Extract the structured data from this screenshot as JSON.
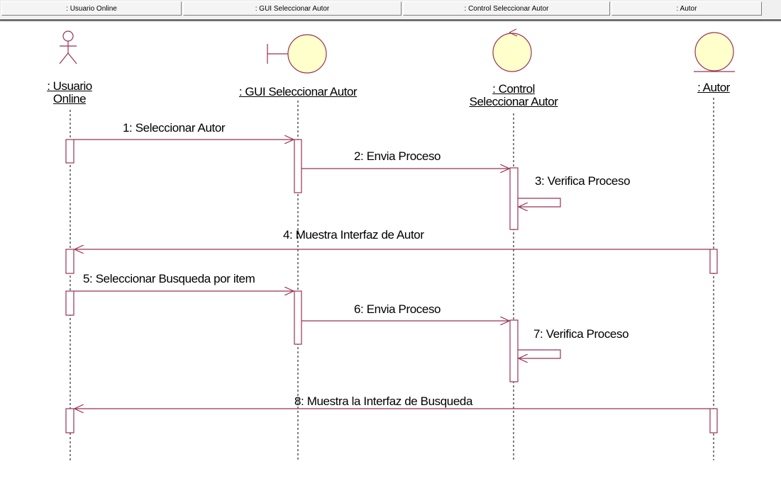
{
  "header": {
    "columns": [
      ": Usuario Online",
      ": GUI Seleccionar Autor",
      ": Control Seleccionar Autor",
      ": Autor"
    ]
  },
  "objects": {
    "usuario": {
      "line1": ": Usuario",
      "line2": "Online",
      "icon": "actor-icon"
    },
    "gui": {
      "label": ": GUI Seleccionar Autor",
      "icon": "boundary-icon"
    },
    "control": {
      "line1": ": Control",
      "line2": "Seleccionar Autor",
      "icon": "control-icon"
    },
    "autor": {
      "label": ": Autor",
      "icon": "entity-icon"
    }
  },
  "messages": {
    "m1": "1: Seleccionar Autor",
    "m2": "2: Envia Proceso",
    "m3": "3: Verifica Proceso",
    "m4": "4: Muestra Interfaz de Autor",
    "m5": "5: Seleccionar Busqueda por item",
    "m6": "6: Envia Proceso",
    "m7": "7: Verifica Proceso",
    "m8": "8: Muestra la Interfaz de Busqueda"
  },
  "colors": {
    "object_fill": "#ffffcc",
    "line": "#993355",
    "text": "#000000"
  }
}
